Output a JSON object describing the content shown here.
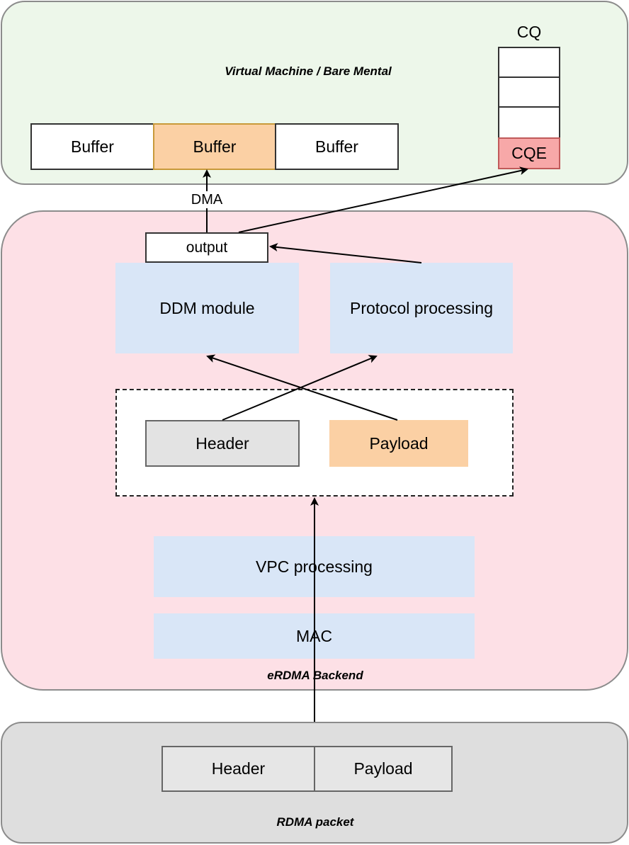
{
  "regions": {
    "vm": {
      "label": "Virtual Machine / Bare Mental",
      "color": "#edf7ea"
    },
    "backend": {
      "label": "eRDMA Backend",
      "color": "#fde0e6"
    },
    "packet": {
      "label": "RDMA packet",
      "color": "#dedede"
    }
  },
  "buffers": [
    "Buffer",
    "Buffer",
    "Buffer"
  ],
  "cq": {
    "title": "CQ",
    "entry_label": "CQE",
    "entry_color": "#f7a8a8"
  },
  "dma_label": "DMA",
  "output_label": "output",
  "modules": {
    "ddm": "DDM module",
    "protocol": "Protocol processing",
    "vpc": "VPC processing",
    "mac": "MAC"
  },
  "split": {
    "header": "Header",
    "payload": "Payload"
  },
  "packet": {
    "header": "Header",
    "payload": "Payload"
  },
  "colors": {
    "module_blue": "#d9e6f7",
    "payload_orange": "#fbd0a4",
    "header_gray": "#e3e3e3",
    "border": "#7a7a7a"
  }
}
